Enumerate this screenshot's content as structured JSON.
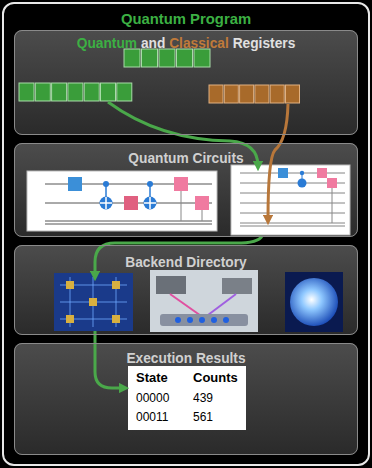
{
  "diagram": {
    "nodes": [
      {
        "text": [
          "Quantum Program"
        ]
      },
      {
        "text": [
          "Quantum and Classical Registers"
        ],
        "in": 0
      },
      {
        "text": [
          "Quantum Circuits"
        ],
        "in": 0
      },
      {
        "text": [
          "Backend Directory"
        ],
        "in": 0
      },
      {
        "text": [
          "Execution Results"
        ],
        "in": 0
      }
    ],
    "labels": [
      "State",
      "Counts",
      "00000",
      "439",
      "00011",
      "561"
    ]
  }
}
